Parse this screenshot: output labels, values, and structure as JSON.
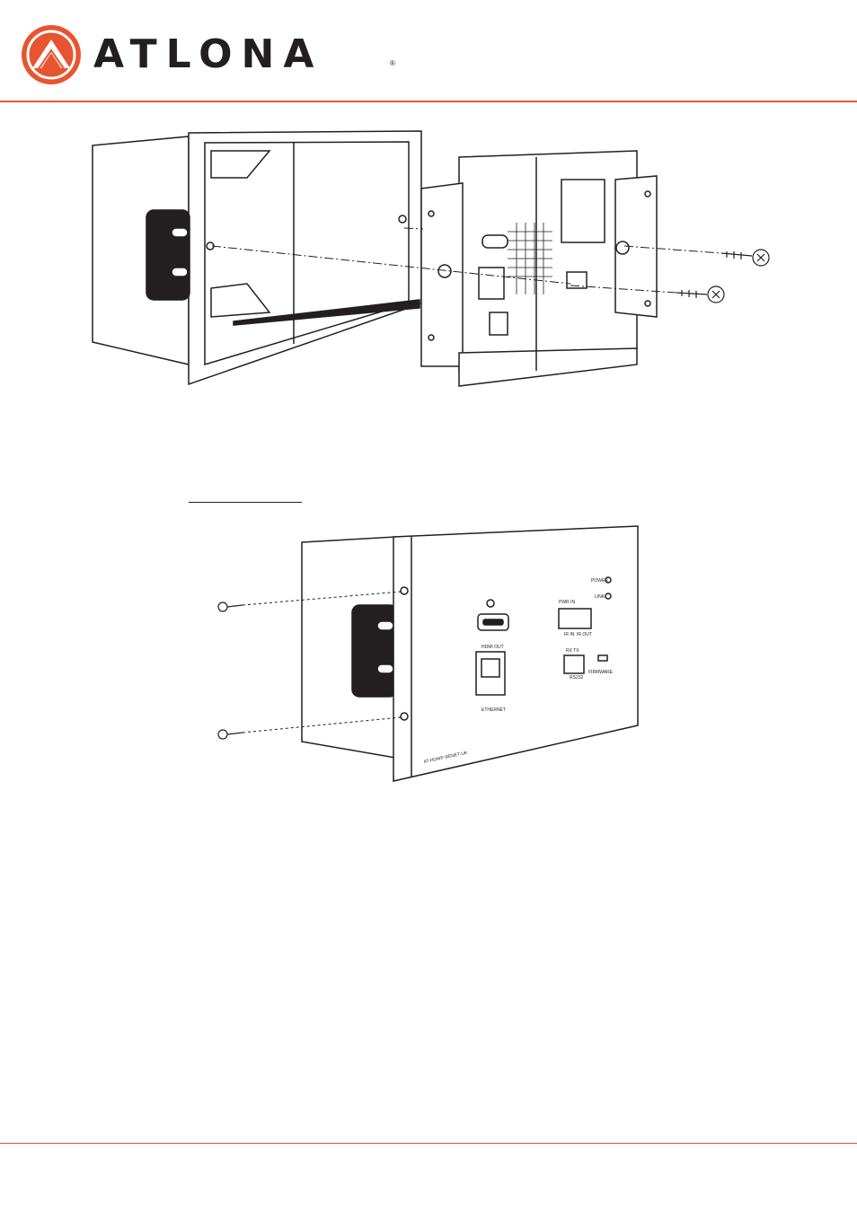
{
  "brand": {
    "name": "ATLONA",
    "registered_mark": "®",
    "accent_color": "#e8542f",
    "logo_icon": "atlona-logo-icon"
  },
  "figure_exploded": {
    "icons": [
      "junction-box",
      "circuit-board",
      "wall-plate-bracket",
      "screw-icon"
    ]
  },
  "figure_assembled": {
    "labels": {
      "power": "POWER",
      "link": "LINK",
      "pwr_in": "PWR IN",
      "hdmi_out": "HDMI OUT",
      "ethernet": "ETHERNET",
      "rs232": "RS232",
      "ir_in": "IR IN",
      "ir_out": "IR OUT",
      "rxtx": "RX TX",
      "firmware": "FIRMWARE",
      "model": "AT-HDWP-RENET-UK"
    }
  }
}
